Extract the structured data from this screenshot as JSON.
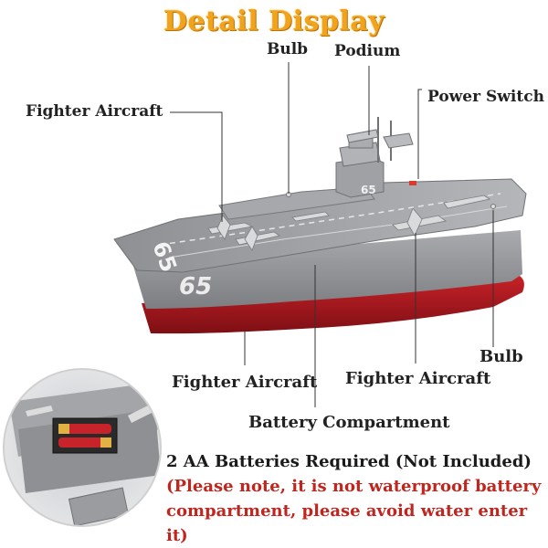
{
  "title": "Detail Display",
  "ship_number": "65",
  "labels": {
    "bulb_top": "Bulb",
    "podium": "Podium",
    "power_switch": "Power Switch",
    "fighter_aircraft_left": "Fighter Aircraft",
    "fighter_aircraft_bottom_left": "Fighter Aircraft",
    "fighter_aircraft_bottom_right": "Fighter Aircraft",
    "bulb_right": "Bulb",
    "battery_compartment": "Battery Compartment"
  },
  "note": {
    "line1": "2 AA Batteries Required (Not Included)",
    "line2": "(Please note, it is not waterproof battery",
    "line3": "compartment, please avoid water enter it)"
  },
  "colors": {
    "title": "#f2a31c",
    "hull_grey": "#8d8f93",
    "hull_red": "#b3161d",
    "deck": "#9b9da1",
    "note_red": "#c0251e"
  }
}
